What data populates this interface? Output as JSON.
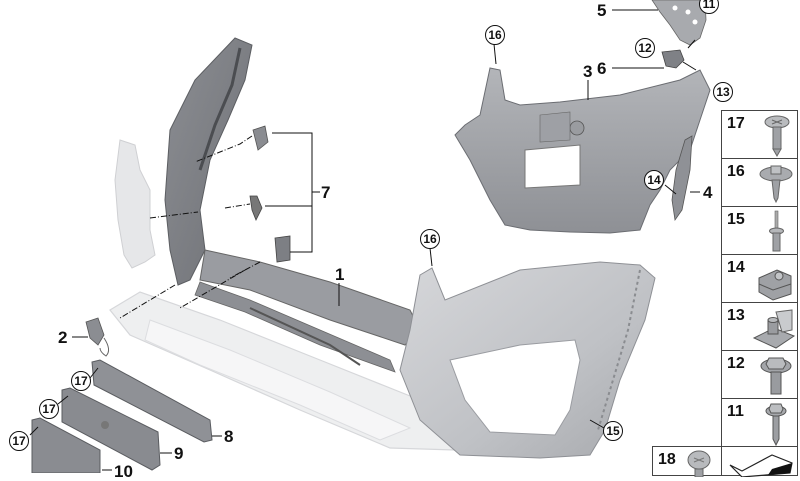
{
  "diagram": {
    "type": "parts-exploded-view",
    "subject": "Front bumper trim panel assembly",
    "parts": [
      {
        "num": "1",
        "label": "1"
      },
      {
        "num": "2",
        "label": "2"
      },
      {
        "num": "3",
        "label": "3"
      },
      {
        "num": "4",
        "label": "4"
      },
      {
        "num": "5",
        "label": "5"
      },
      {
        "num": "6",
        "label": "6"
      },
      {
        "num": "7",
        "label": "7"
      },
      {
        "num": "8",
        "label": "8"
      },
      {
        "num": "9",
        "label": "9"
      },
      {
        "num": "10",
        "label": "10"
      }
    ],
    "callouts": {
      "c11_top": "11",
      "c12_top": "12",
      "c13": "13",
      "c14": "14",
      "c15": "15",
      "c16_a": "16",
      "c16_b": "16",
      "c17_a": "17",
      "c17_b": "17",
      "c17_c": "17"
    },
    "legend": [
      {
        "num": "17",
        "icon": "torx-washer-screw-icon"
      },
      {
        "num": "16",
        "icon": "flange-screw-large-washer-icon"
      },
      {
        "num": "15",
        "icon": "expansion-rivet-icon"
      },
      {
        "num": "14",
        "icon": "clip-nut-icon"
      },
      {
        "num": "13",
        "icon": "spring-nut-icon"
      },
      {
        "num": "12",
        "icon": "hex-washer-bolt-icon"
      },
      {
        "num": "11",
        "icon": "hex-tapping-screw-icon"
      },
      {
        "num": "18",
        "icon": "torx-pan-screw-icon"
      },
      {
        "num": "",
        "icon": "scale-bar-icon"
      }
    ]
  }
}
